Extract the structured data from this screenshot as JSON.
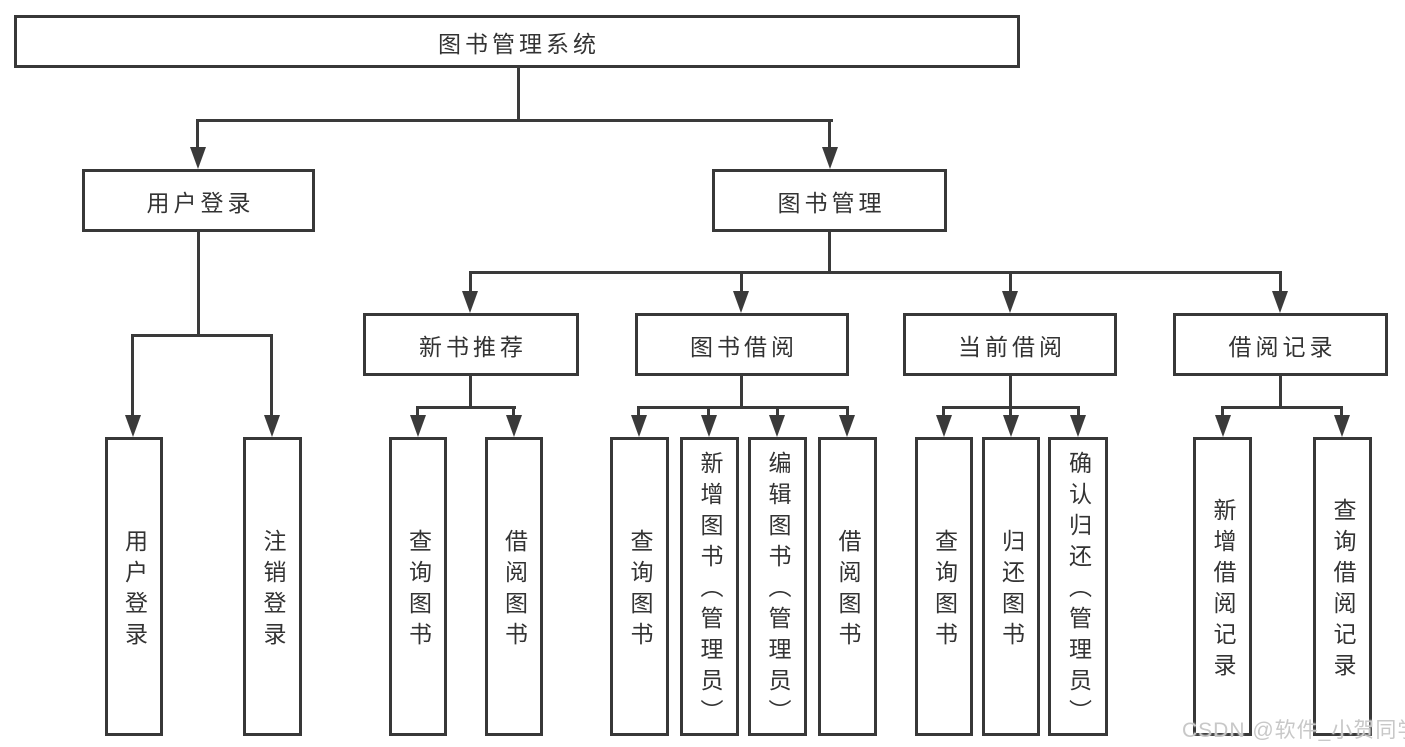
{
  "diagram": {
    "type": "hierarchy-tree",
    "colors": {
      "line": "#3a3a3a",
      "border": "#383838",
      "text": "#333333",
      "canvas": "#ffffff",
      "watermark_text": "#c8c8c8"
    },
    "tree": {
      "label": "图书管理系统",
      "children": [
        {
          "label": "用户登录",
          "children": [
            {
              "label": "用户登录"
            },
            {
              "label": "注销登录"
            }
          ]
        },
        {
          "label": "图书管理",
          "children": [
            {
              "label": "新书推荐",
              "children": [
                {
                  "label": "查询图书"
                },
                {
                  "label": "借阅图书"
                }
              ]
            },
            {
              "label": "图书借阅",
              "children": [
                {
                  "label": "查询图书"
                },
                {
                  "label": "新增图书（管理员）"
                },
                {
                  "label": "编辑图书（管理员）"
                },
                {
                  "label": "借阅图书"
                }
              ]
            },
            {
              "label": "当前借阅",
              "children": [
                {
                  "label": "查询图书"
                },
                {
                  "label": "归还图书"
                },
                {
                  "label": "确认归还（管理员）"
                }
              ]
            },
            {
              "label": "借阅记录",
              "children": [
                {
                  "label": "新增借阅记录"
                },
                {
                  "label": "查询借阅记录"
                }
              ]
            }
          ]
        }
      ]
    },
    "watermark": {
      "text": "CSDN @软件_小贺同学"
    }
  }
}
